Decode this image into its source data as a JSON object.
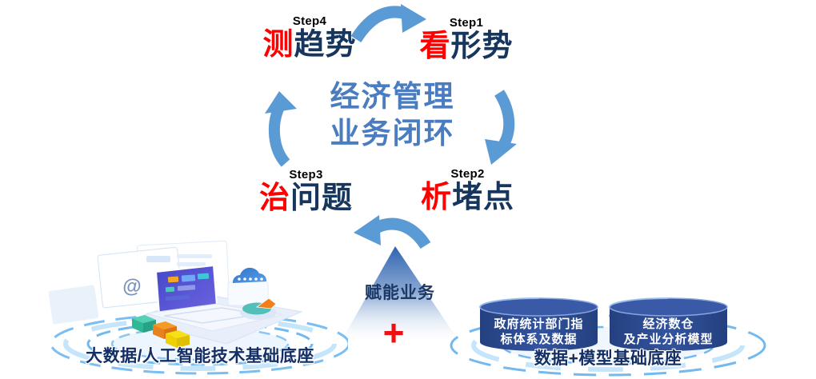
{
  "cycle": {
    "center_title": {
      "line1": "经济管理",
      "line2": "业务闭环"
    },
    "steps": {
      "step1": {
        "label": "Step1",
        "highlight": "看",
        "rest": "形势"
      },
      "step2": {
        "label": "Step2",
        "highlight": "析",
        "rest": "堵点"
      },
      "step3": {
        "label": "Step3",
        "highlight": "治",
        "rest": "问题"
      },
      "step4": {
        "label": "Step4",
        "highlight": "测",
        "rest": "趋势"
      }
    }
  },
  "enable": {
    "triangle_label": "赋能业务",
    "plus_sign": "+"
  },
  "left_platform": {
    "caption": "大数据/人工智能技术基础底座",
    "at_glyph": "@"
  },
  "right_platform": {
    "caption": "数据+模型基础底座",
    "cylinder1": {
      "line1": "政府统计部门指",
      "line2": "标体系及数据"
    },
    "cylinder2": {
      "line1": "经济数仓",
      "line2": "及产业分析模型"
    }
  },
  "colors": {
    "arrow_blue": "#5B9BD5",
    "title_blue": "#4A7CBF",
    "step_navy": "#17365D",
    "highlight_red": "#FF0000",
    "caption_navy": "#132F66",
    "cylinder_blue": "#2B4A92",
    "ring_blue": "#4FA8EC",
    "plus_red": "#EE1111",
    "triangle_blue": "#2E63B0"
  }
}
